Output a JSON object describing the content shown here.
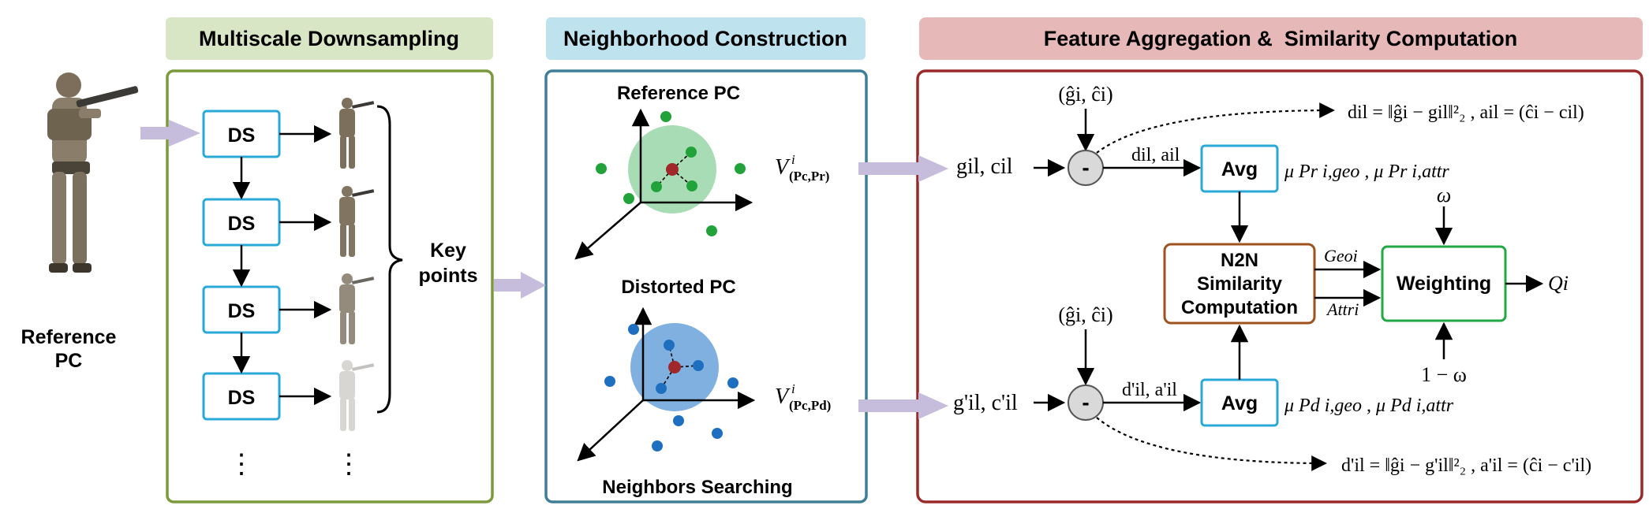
{
  "sections": {
    "downsampling": "Multiscale Downsampling",
    "neighborhood": "Neighborhood Construction",
    "aggregation": "Feature Aggregation &  Similarity Computation"
  },
  "reference_pc": {
    "line1": "Reference",
    "line2": "PC"
  },
  "ds_label": "DS",
  "key_points": {
    "line1": "Key",
    "line2": "points"
  },
  "ellipsis": "⋮",
  "neighborhood": {
    "ref_title": "Reference PC",
    "dist_title": "Distorted PC",
    "bottom_label": "Neighbors Searching",
    "v_symbol": "V",
    "v_sup": "i",
    "v_ref_sub": "(Pc,Pr)",
    "v_dist_sub": "(Pc,Pd)"
  },
  "aggregation": {
    "hat_top": "(ĝi, ĉi)",
    "hat_bottom": "(ĝi, ĉi)",
    "minus": "-",
    "input_top": "gil, cil",
    "input_bottom": "g'il, c'il",
    "diff_top": "dil, ail",
    "diff_bottom": "d'il, a'il",
    "avg_label": "Avg",
    "mu_top": "μ Pr i,geo , μ Pr i,attr",
    "mu_bottom": "μ Pd i,geo , μ Pd i,attr",
    "n2n_line1": "N2N",
    "n2n_line2": "Similarity",
    "n2n_line3": "Computation",
    "geo": "Geoi",
    "attr": "Attri",
    "weighting": "Weighting",
    "omega": "ω",
    "one_minus_omega": "1 − ω",
    "q_out": "Qi",
    "formula_top": "dil = ‖ĝi − gil‖²₂ , ail = (ĉi − cil)",
    "formula_bottom": "d'il = ‖ĝi − g'il‖²₂ , a'il = (ĉi − c'il)"
  },
  "colors": {
    "downsampling_header": "#d8e6c5",
    "downsampling_border": "#7a9a3c",
    "neighborhood_header": "#bfe3ee",
    "neighborhood_border": "#3f7f95",
    "aggregation_header": "#e6b8b8",
    "aggregation_border": "#9a2a2a",
    "ds_box_border": "#2aa9d8",
    "n2n_border": "#a0521e",
    "weighting_border": "#22a846",
    "flow_arrow": "#c6bcdb",
    "ref_circle": "#a8dcb4",
    "ref_point": "#22a23a",
    "dist_circle": "#7fb0e0",
    "dist_point": "#1f6fc0",
    "center_point": "#a0282a"
  }
}
